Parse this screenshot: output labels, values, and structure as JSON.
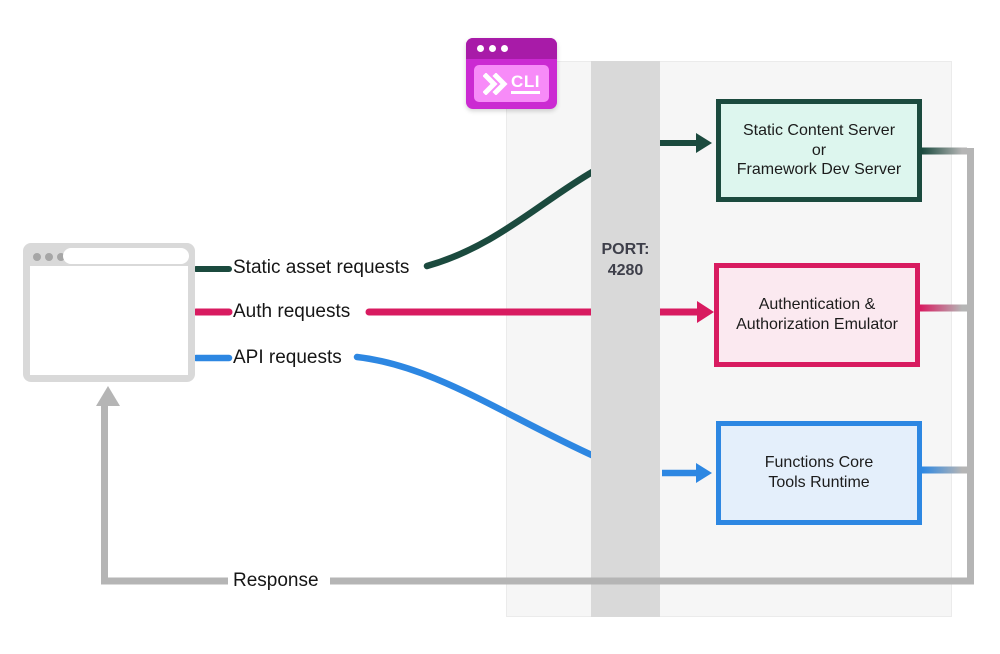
{
  "cli": {
    "label": "CLI"
  },
  "port": {
    "label": "PORT:",
    "number": "4280"
  },
  "flows": {
    "static": {
      "label": "Static asset requests",
      "color": "#1b4a3e"
    },
    "auth": {
      "label": "Auth requests",
      "color": "#d81b60"
    },
    "api": {
      "label": "API requests",
      "color": "#2d87e2"
    },
    "response": {
      "label": "Response",
      "color": "#b5b5b5"
    }
  },
  "boxes": {
    "static_server": {
      "line1": "Static Content Server",
      "line2": "or",
      "line3": "Framework Dev Server",
      "border": "#1b4a3e",
      "fill": "#ddf6ee"
    },
    "auth_emulator": {
      "line1": "Authentication &",
      "line2": "Authorization Emulator",
      "border": "#d81b60",
      "fill": "#fbe9f0"
    },
    "functions_runtime": {
      "line1": "Functions Core",
      "line2": "Tools Runtime",
      "border": "#2d87e2",
      "fill": "#e4effb"
    }
  },
  "panel": {
    "bar_color": "#d9d9d9",
    "panel_color": "#f6f6f6"
  }
}
